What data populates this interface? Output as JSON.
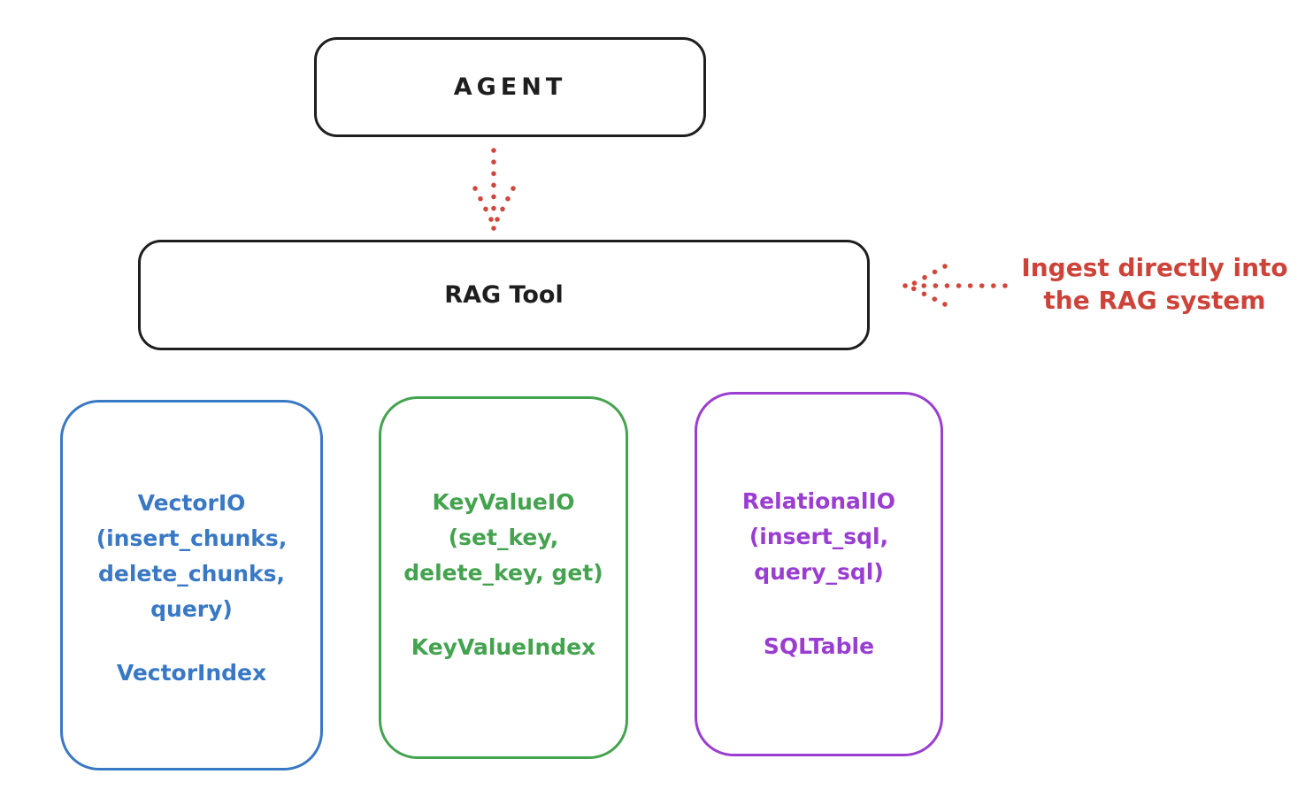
{
  "canvas": {
    "background": "#ffffff"
  },
  "colors": {
    "ink": "#1e1e1e",
    "red": "#d0473d",
    "blue": "#3878c4",
    "green": "#44a34f",
    "purple": "#9a3dd1"
  },
  "agent": {
    "label": "AGENT"
  },
  "rag_tool": {
    "label": "RAG Tool"
  },
  "annotation": {
    "line1": "Ingest directly into",
    "line2": "the RAG system"
  },
  "arrows": {
    "agent_to_rag_icon": "dotted-down-arrow",
    "ingest_to_rag_icon": "dotted-left-arrow"
  },
  "vector_io": {
    "line1": "VectorIO",
    "line2": "(insert_chunks,",
    "line3": "delete_chunks,",
    "line4": "query)",
    "index": "VectorIndex"
  },
  "key_value_io": {
    "line1": "KeyValueIO",
    "line2": "(set_key,",
    "line3": "delete_key, get)",
    "index": "KeyValueIndex"
  },
  "relational_io": {
    "line1": "RelationalIO",
    "line2": "(insert_sql,",
    "line3": "query_sql)",
    "index": "SQLTable"
  }
}
